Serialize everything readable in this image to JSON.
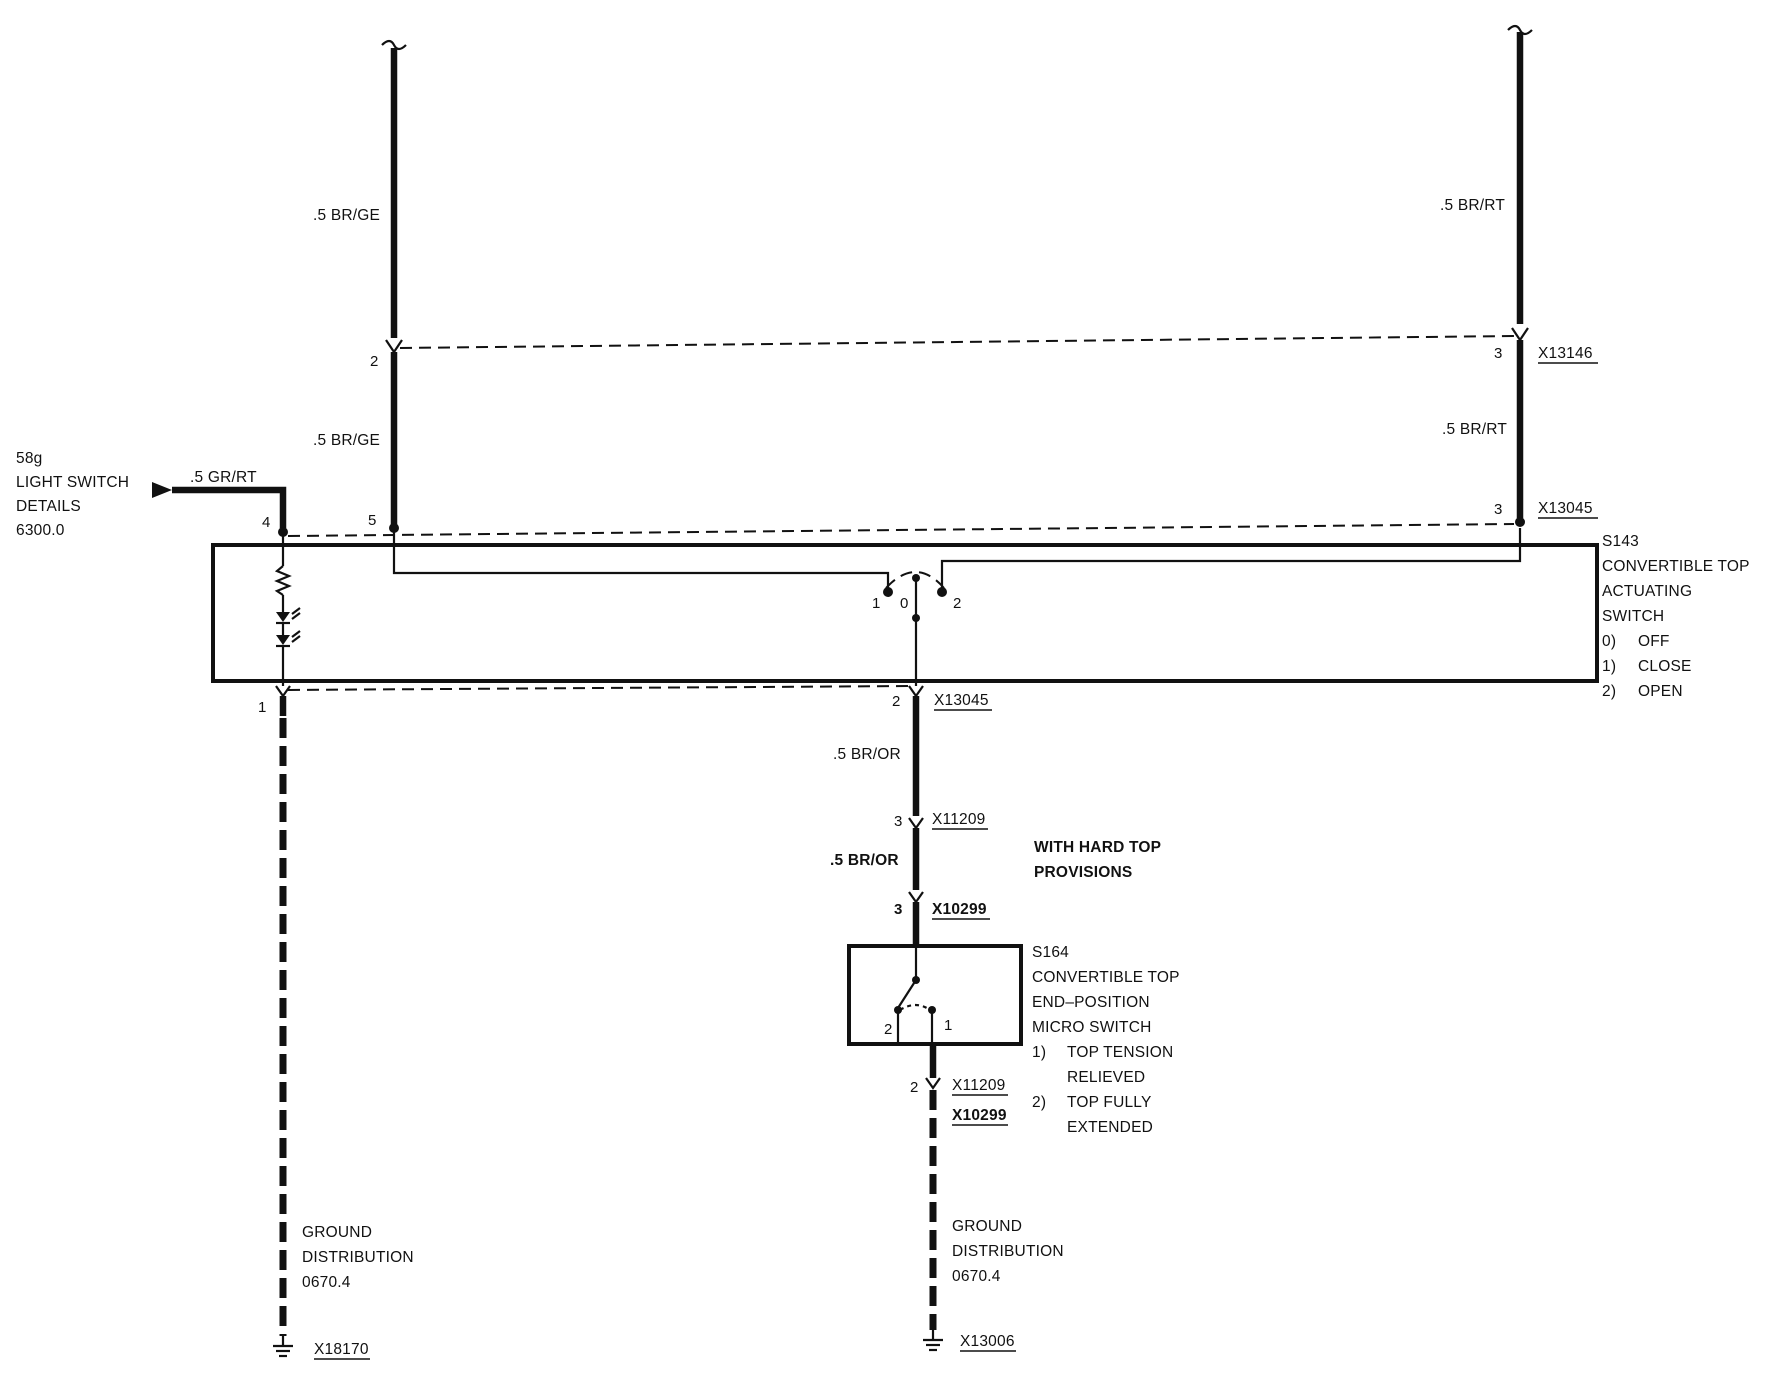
{
  "wires": {
    "left_top_label": ".5 BR/GE",
    "left_mid_label": ".5 BR/GE",
    "right_top_label": ".5 BR/RT",
    "right_mid_label": ".5 BR/RT",
    "feed_label": ".5 GR/RT",
    "center_upper_label": ".5 BR/OR",
    "center_lower_label": ".5 BR/OR"
  },
  "light_switch": {
    "line1": "58g",
    "line2": "LIGHT SWITCH",
    "line3": "DETAILS",
    "line4": "6300.0"
  },
  "pins": {
    "left_conn_pin": "2",
    "right_conn_pin": "3",
    "right_switch_pin": "3",
    "feed_pin": "4",
    "left_switch_pin": "5",
    "ground_left_pin": "1",
    "center_out_pin": "2",
    "x11209_pin": "3",
    "x10299_pin": "3",
    "micro_lower_pin": "2"
  },
  "connectors": {
    "x13146": "X13146",
    "x13045_top": "X13045",
    "x13045_bottom": "X13045",
    "x11209_top": "X11209",
    "x10299_top": "X10299",
    "x11209_bottom": "X11209",
    "x10299_bottom": "X10299",
    "x18170": "X18170",
    "x13006": "X13006"
  },
  "s143": {
    "id": "S143",
    "line1": "CONVERTIBLE TOP",
    "line2": "ACTUATING",
    "line3": "SWITCH",
    "pos0_num": "0)",
    "pos0_text": "OFF",
    "pos1_num": "1)",
    "pos1_text": "CLOSE",
    "pos2_num": "2)",
    "pos2_text": "OPEN",
    "contact1": "1",
    "contact0": "0",
    "contact2": "2"
  },
  "s164": {
    "id": "S164",
    "line1": "CONVERTIBLE TOP",
    "line2": "END–POSITION",
    "line3": "MICRO SWITCH",
    "note1_num": "1)",
    "note1_line1": "TOP TENSION",
    "note1_line2": "RELIEVED",
    "note2_num": "2)",
    "note2_line1": "TOP FULLY",
    "note2_line2": "EXTENDED",
    "contact2": "2",
    "contact1": "1"
  },
  "hard_top": {
    "line1": "WITH HARD TOP",
    "line2": "PROVISIONS"
  },
  "ground_left": {
    "line1": "GROUND",
    "line2": "DISTRIBUTION",
    "line3": "0670.4"
  },
  "ground_center": {
    "line1": "GROUND",
    "line2": "DISTRIBUTION",
    "line3": "0670.4"
  }
}
